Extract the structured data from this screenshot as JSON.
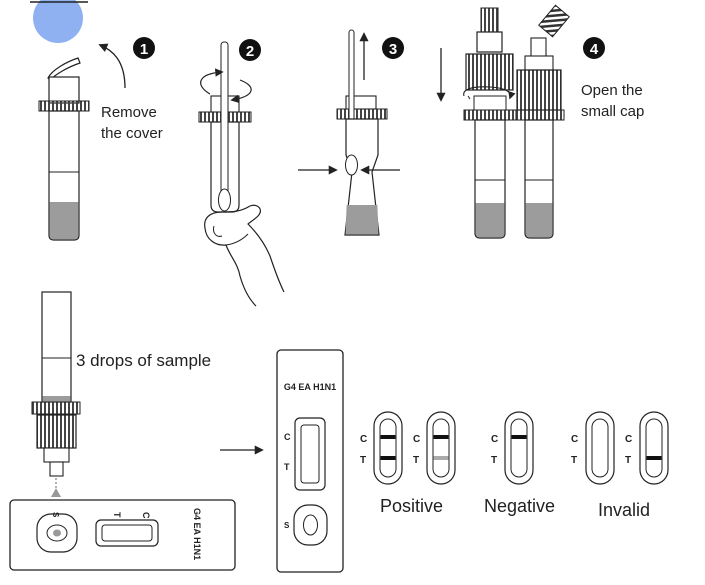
{
  "steps": [
    {
      "number": "1",
      "label_lines": [
        "Remove",
        "the cover"
      ]
    },
    {
      "number": "2"
    },
    {
      "number": "3"
    },
    {
      "number": "4",
      "label_lines": [
        "Open the",
        "small cap"
      ]
    }
  ],
  "drops_label": "3 drops of sample",
  "cassette": {
    "brand": "G4 EA H1N1",
    "line_c": "C",
    "line_t": "T",
    "sample_well": "S"
  },
  "results": {
    "positive_label": "Positive",
    "negative_label": "Negative",
    "invalid_label": "Invalid",
    "line_c": "C",
    "line_t": "T"
  },
  "colors": {
    "ink": "#222222",
    "liquid": "#9c9c9c",
    "cap_stripes": "#555555",
    "faint_line": "#aaaaaa",
    "blue_circle": "#8fb1f2"
  }
}
